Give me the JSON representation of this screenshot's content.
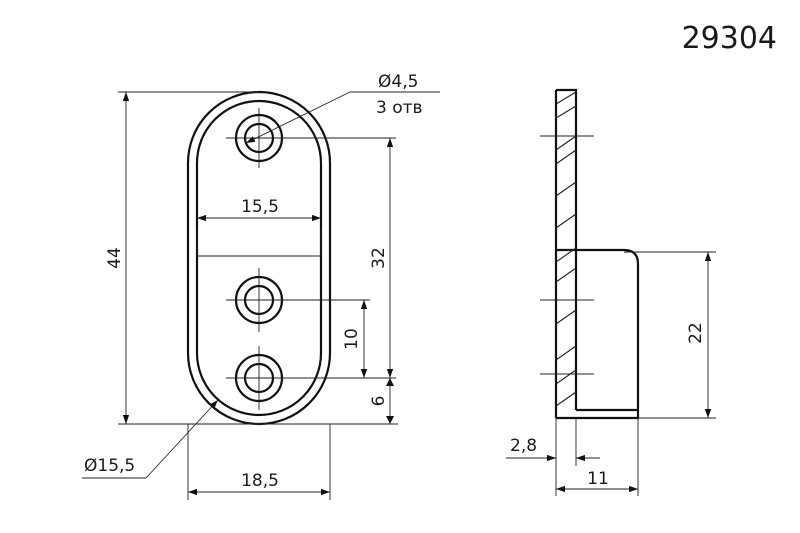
{
  "part_number": "29304",
  "front_view": {
    "hole_diameter": "Ø4,5",
    "hole_count": "3 отв",
    "inner_width": "15,5",
    "height": "44",
    "hole_spacing": "32",
    "hole_offset": "10",
    "bottom_offset": "6",
    "end_diameter": "Ø15,5",
    "outer_width": "18,5"
  },
  "side_view": {
    "hook_height": "22",
    "thickness": "2,8",
    "depth": "11"
  }
}
